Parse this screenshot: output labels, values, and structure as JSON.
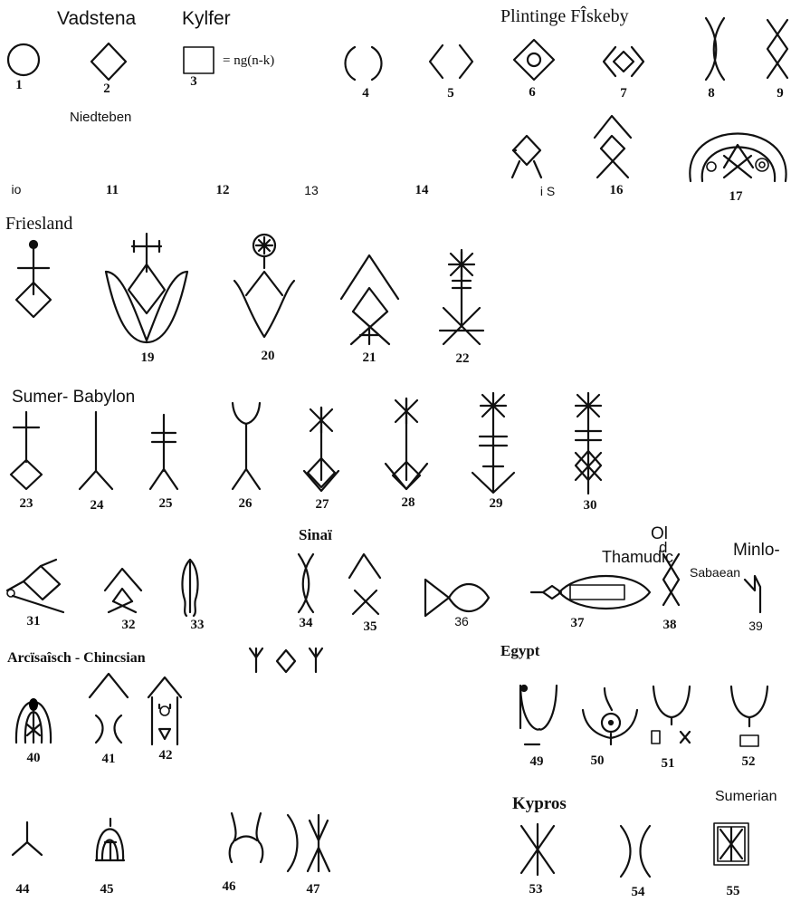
{
  "regions": {
    "vadstena": "Vadstena",
    "kylfer": "Kylfer",
    "niedteben": "Niedteben",
    "plintinge": "Plintinge FÎskeby",
    "friesland": "Friesland",
    "sumer_babylon": "Sumer- Babylon",
    "sinai": "Sinaï",
    "ol": "Ol",
    "d_mark": "d",
    "thamudic": "Thamudic",
    "minlo": "Minlo-",
    "sabaean": "Sabaean",
    "arcisaisch": "Arcïsaîsch - Chincsian",
    "egypt": "Egypt",
    "kypros": "Kypros",
    "sumerian": "Sumerian"
  },
  "formula": "= ng(n-k)",
  "numbers": {
    "n1": "1",
    "n2": "2",
    "n3": "3",
    "n4": "4",
    "n5": "5",
    "n6": "6",
    "n7": "7",
    "n8": "8",
    "n9": "9",
    "n10": "io",
    "n11": "11",
    "n12": "12",
    "n13": "13",
    "n14": "14",
    "n15": "i S",
    "n16": "16",
    "n17": "17",
    "n19": "19",
    "n20": "20",
    "n21": "21",
    "n22": "22",
    "n23": "23",
    "n24": "24",
    "n25": "25",
    "n26": "26",
    "n27": "27",
    "n28": "28",
    "n29": "29",
    "n30": "30",
    "n31": "31",
    "n32": "32",
    "n33": "33",
    "n34": "34",
    "n35": "35",
    "n36": "36",
    "n37": "37",
    "n38": "38",
    "n39": "39",
    "n40": "40",
    "n41": "41",
    "n42": "42",
    "n44": "44",
    "n45": "45",
    "n46": "46",
    "n47": "47",
    "n49": "49",
    "n50": "50",
    "n51": "51",
    "n52": "52",
    "n53": "53",
    "n54": "54",
    "n55": "55"
  }
}
